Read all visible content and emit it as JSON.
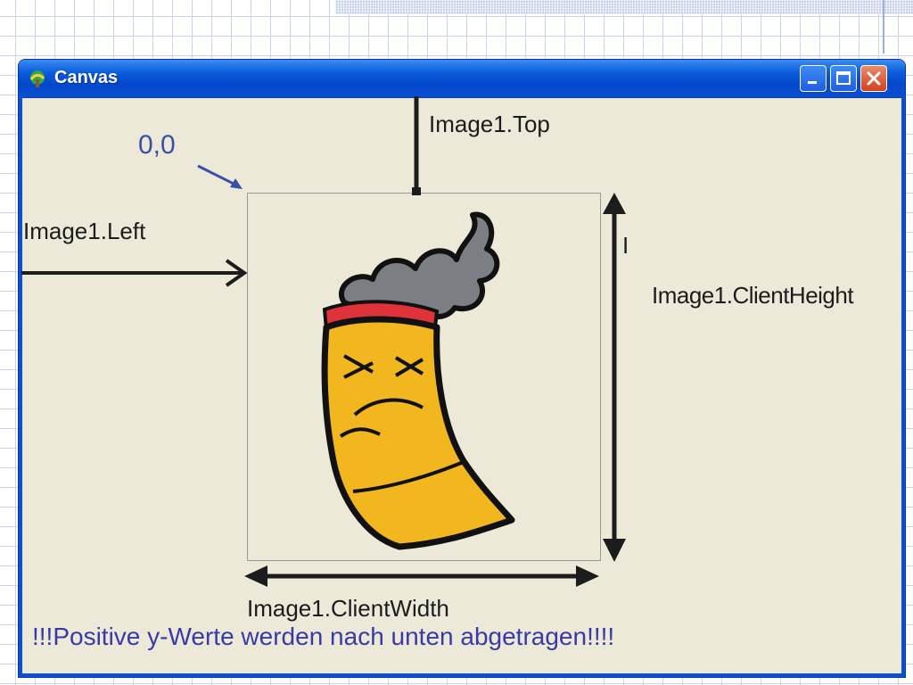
{
  "window": {
    "title": "Canvas",
    "icon": "canvas-app-icon",
    "buttons": [
      "minimize-icon",
      "maximize-icon",
      "close-icon"
    ]
  },
  "annotations": {
    "origin": "0,0",
    "top": "Image1.Top",
    "left": "Image1.Left",
    "client_height": "Image1.ClientHeight",
    "client_width": "Image1.ClientWidth",
    "stray_mark": "I",
    "note": "!!!Positive y-Werte werden nach unten abgetragen!!!!"
  },
  "colors": {
    "titlebar": "#0a5bd8",
    "window_body": "#ece9d8",
    "annotation_blue": "#3a4fa8",
    "arrow": "#1c1c1c",
    "cigar_body": "#f2b61e",
    "cigar_ember": "#e0323a",
    "smoke": "#7b7f84"
  }
}
